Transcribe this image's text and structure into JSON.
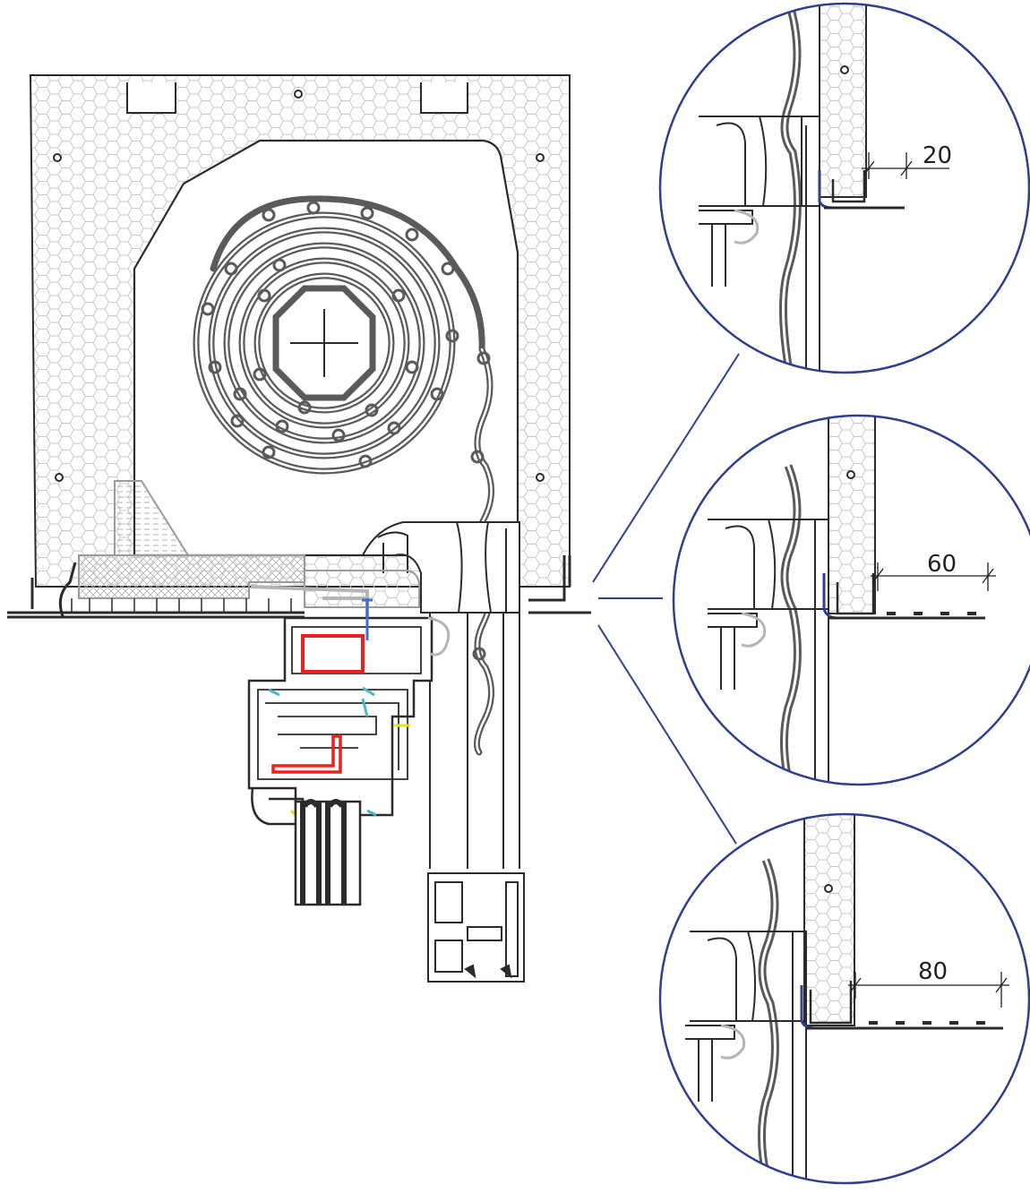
{
  "colors": {
    "outline": "#2b2b2b",
    "roller": "#5a5a5a",
    "detail_circle": "#2e3f8f",
    "sill": "#2e3f8f",
    "reinforcement": "#e8231c",
    "gasket": "#49b8c8",
    "seal_yellow": "#e2e21e",
    "screw": "#3d6fd1",
    "insulation_grey": "#9a9a9a",
    "hex_fill": "#c8c8c8"
  },
  "details": [
    {
      "label": "20"
    },
    {
      "label": "60"
    },
    {
      "label": "80"
    }
  ]
}
